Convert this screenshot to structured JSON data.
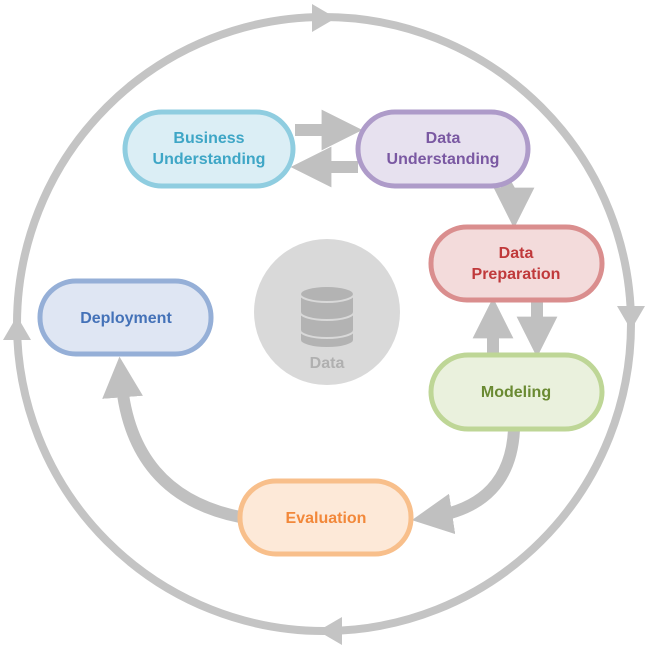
{
  "title": "CRISP-DM process diagram",
  "phases": [
    {
      "id": "business",
      "lines": [
        "Business",
        "Understanding"
      ],
      "fill": "#dbeef5",
      "stroke": "#8fcde0",
      "text": "#3ea6c6"
    },
    {
      "id": "data-understanding",
      "lines": [
        "Data",
        "Understanding"
      ],
      "fill": "#e7e1ef",
      "stroke": "#ae9bc9",
      "text": "#7a58a2"
    },
    {
      "id": "data-preparation",
      "lines": [
        "Data",
        "Preparation"
      ],
      "fill": "#f3dbdb",
      "stroke": "#da8e8e",
      "text": "#c0393b"
    },
    {
      "id": "modeling",
      "lines": [
        "Modeling"
      ],
      "fill": "#eaf1dd",
      "stroke": "#bed696",
      "text": "#6a8a32"
    },
    {
      "id": "evaluation",
      "lines": [
        "Evaluation"
      ],
      "fill": "#fde9d8",
      "stroke": "#f8bf8b",
      "text": "#f2883a"
    },
    {
      "id": "deployment",
      "lines": [
        "Deployment"
      ],
      "fill": "#dfe6f3",
      "stroke": "#95afd7",
      "text": "#4472b8"
    }
  ],
  "center": {
    "label": "Data",
    "fill": "#d9d9d9",
    "icon": "database-icon"
  },
  "arrow_color": "#c0c0c0"
}
